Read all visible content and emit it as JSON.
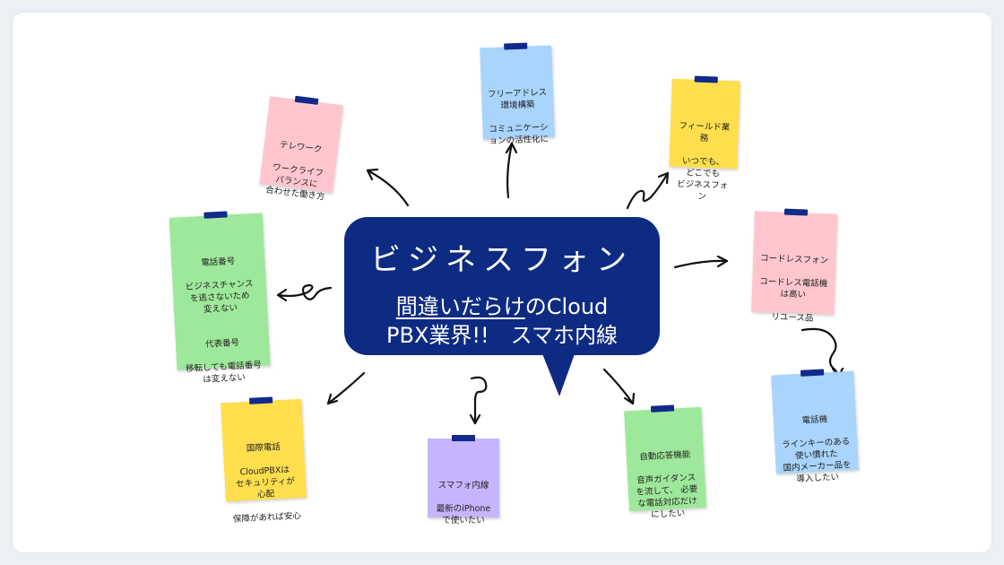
{
  "bubble": {
    "title": "ビジネスフォン",
    "line1_underlined": "間違いだらけ",
    "line1_rest": "のCloud",
    "line2": "PBX業界!!　スマホ内線"
  },
  "notes": [
    {
      "id": "telework",
      "color": "#ffc6ce",
      "text": "テレワーク\n\nワークライフ\nバランスに\n合わせた働き方"
    },
    {
      "id": "free-address",
      "color": "#a9d4fb",
      "text": "フリーアドレス\n環境構築\n\nコミュニケーシ\nョンの活性化に"
    },
    {
      "id": "field-work",
      "color": "#ffdf4d",
      "text": "フィールド業務\n\nいつでも、\nどこでも\nビジネスフォン"
    },
    {
      "id": "phone-number",
      "color": "#9ee89b",
      "text": "電話番号\n\nビジネスチャンス\nを逃さないため\n変えない\n\n\n代表番号\n\n移転しても電話番号\nは変えない"
    },
    {
      "id": "cordless",
      "color": "#ffc6ce",
      "text": "コードレスフォン\n\nコードレス電話機\nは高い\n\nリユース品"
    },
    {
      "id": "phone-device",
      "color": "#a9d4fb",
      "text": "電話機\n\nラインキーのある\n使い慣れた\n国内メーカー品を\n導入したい"
    },
    {
      "id": "international",
      "color": "#ffdf4d",
      "text": "国際電話\n\nCloudPBXは\nセキュリティが\n心配\n\n保障があれば安心"
    },
    {
      "id": "smartphone",
      "color": "#c4b5fd",
      "text": "スマフォ内線\n\n最新のiPhone\nで使いたい"
    },
    {
      "id": "ivr",
      "color": "#9ee89b",
      "text": "自動応答機能\n\n音声ガイダンス\nを流して、 必要\nな電話対応だけ\nにしたい"
    }
  ]
}
